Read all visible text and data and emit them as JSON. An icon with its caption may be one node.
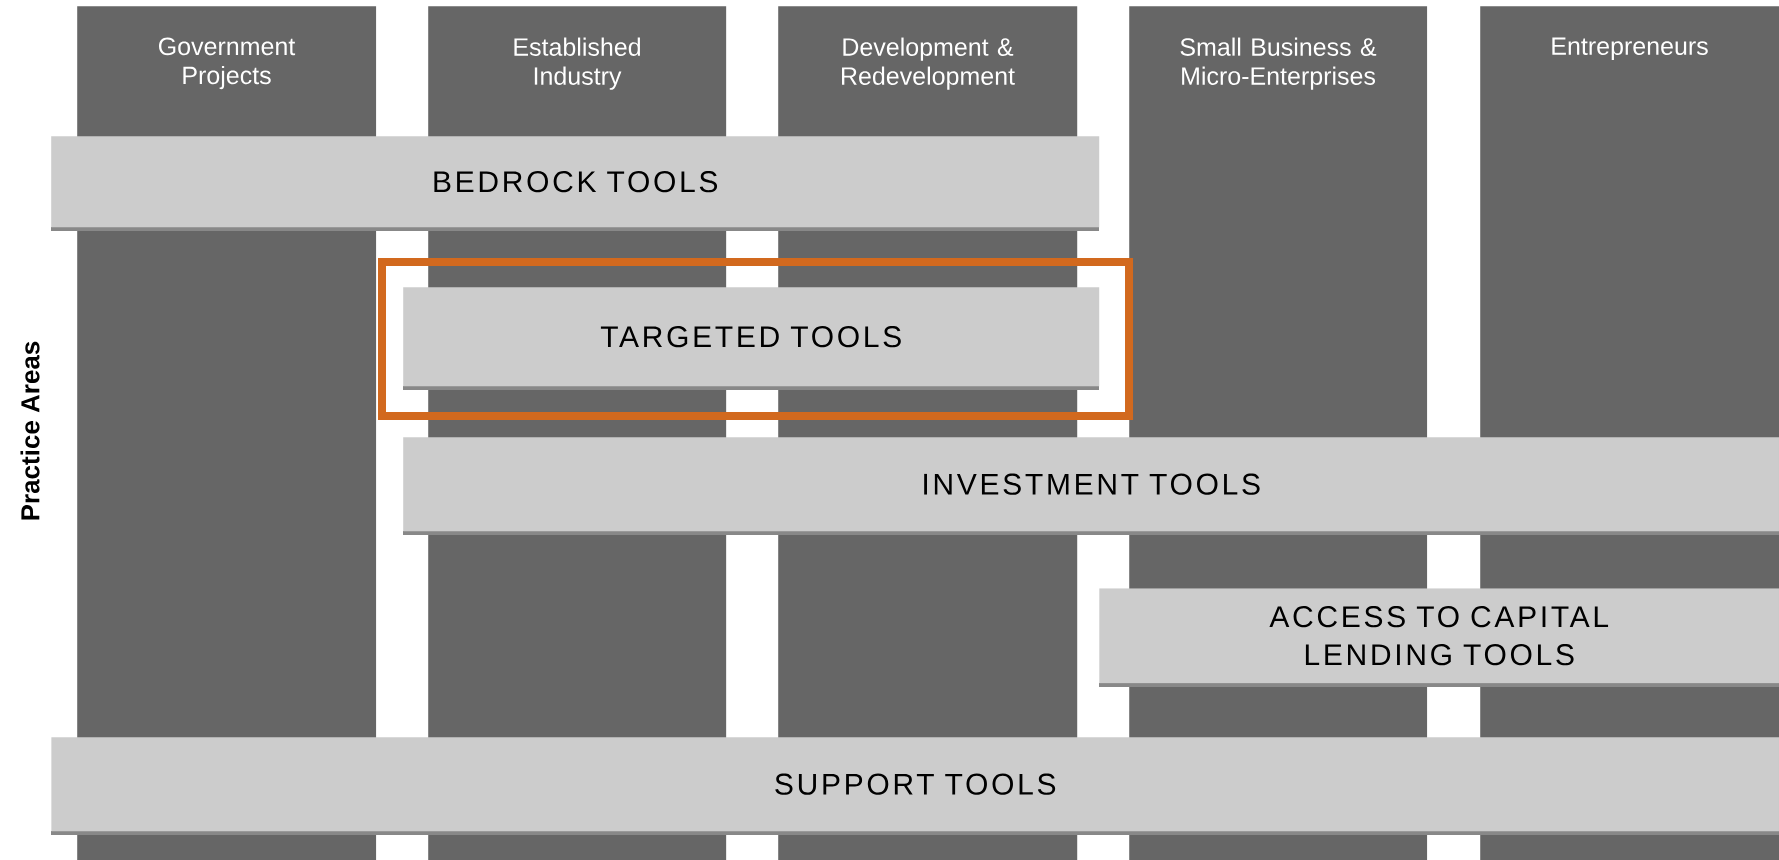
{
  "diagram": {
    "nodes": [
      {
        "text": [
          "Government Projects"
        ]
      },
      {
        "text": [
          "Established Industry"
        ]
      },
      {
        "text": [
          "Development & Redevelopment"
        ]
      },
      {
        "text": [
          "Small Business & Micro-Enterprises"
        ]
      },
      {
        "text": [
          "Entrepreneurs"
        ]
      },
      {
        "text": [
          "BEDROCK TOOLS"
        ]
      },
      {
        "text": [],
        "shape": "box"
      },
      {
        "text": [
          "TARGETED TOOLS"
        ],
        "in": 6
      },
      {
        "text": [
          "INVESTMENT TOOLS"
        ]
      },
      {
        "text": [
          "ACCESS TO CAPITAL LENDING TOOLS"
        ]
      },
      {
        "text": [
          "SUPPORT TOOLS"
        ]
      }
    ],
    "edges": [],
    "labels": [
      "Practice Areas"
    ]
  }
}
